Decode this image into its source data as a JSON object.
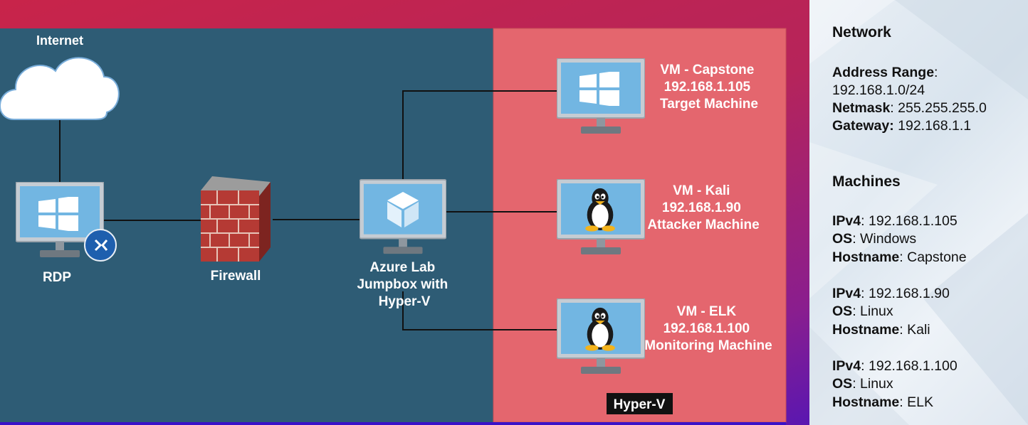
{
  "diagram": {
    "nodes": {
      "internet": {
        "label": "Internet"
      },
      "rdp": {
        "label": "RDP"
      },
      "firewall": {
        "label": "Firewall"
      },
      "jumpbox": {
        "label_lines": [
          "Azure Lab",
          "Jumpbox with",
          "Hyper-V"
        ]
      },
      "capstone": {
        "label_lines": [
          "VM - Capstone",
          "192.168.1.105",
          "Target Machine"
        ]
      },
      "kali": {
        "label_lines": [
          "VM - Kali",
          "192.168.1.90",
          "Attacker Machine"
        ]
      },
      "elk": {
        "label_lines": [
          "VM - ELK",
          "192.168.1.100",
          "Monitoring Machine"
        ]
      }
    },
    "hyperv_zone_label": "Hyper-V",
    "colors": {
      "left_zone": "#2e5c75",
      "hyperv_zone": "#e4666e",
      "monitor_screen": "#72b6e2",
      "monitor_frame": "#c5ccd3",
      "firewall_brick": "#b53a34"
    },
    "icons": [
      "cloud-icon",
      "windows-logo-icon",
      "remote-desktop-icon",
      "firewall-icon",
      "azure-cube-icon",
      "linux-penguin-icon"
    ]
  },
  "sidebar": {
    "network": {
      "heading": "Network",
      "address_range_key": "Address Range",
      "address_range_value": "192.168.1.0/24",
      "netmask_key": "Netmask",
      "netmask_value": "255.255.255.0",
      "gateway_key": "Gateway:",
      "gateway_value": "192.168.1.1"
    },
    "machines": {
      "heading": "Machines",
      "list": [
        {
          "ipv4": "192.168.1.105",
          "os": "Windows",
          "hostname": "Capstone"
        },
        {
          "ipv4": "192.168.1.90",
          "os": "Linux",
          "hostname": "Kali"
        },
        {
          "ipv4": "192.168.1.100",
          "os": "Linux",
          "hostname": "ELK"
        }
      ],
      "ipv4_key": "IPv4",
      "os_key": "OS",
      "hostname_key": "Hostname"
    }
  }
}
